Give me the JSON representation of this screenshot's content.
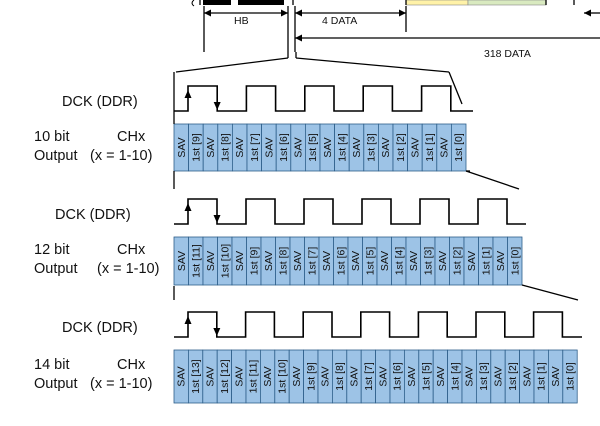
{
  "top": {
    "hb_label": "HB",
    "data4_label": "4 DATA",
    "data318_label": "318 DATA"
  },
  "panels": [
    {
      "clock_label": "DCK (DDR)",
      "bit_label": "10 bit",
      "channel_label": "CHx",
      "output_label": "Output",
      "range_label": "(x = 1-10)",
      "cells": [
        "SAV",
        "1st [9]",
        "SAV",
        "1st [8]",
        "SAV",
        "1st [7]",
        "SAV",
        "1st [6]",
        "SAV",
        "1st [5]",
        "SAV",
        "1st [4]",
        "SAV",
        "1st [3]",
        "SAV",
        "1st [2]",
        "SAV",
        "1st [1]",
        "SAV",
        "1st [0]"
      ]
    },
    {
      "clock_label": "DCK (DDR)",
      "bit_label": "12 bit",
      "channel_label": "CHx",
      "output_label": "Output",
      "range_label": "(x = 1-10)",
      "cells": [
        "SAV",
        "1st [11]",
        "SAV",
        "1st [10]",
        "SAV",
        "1st [9]",
        "SAV",
        "1st [8]",
        "SAV",
        "1st [7]",
        "SAV",
        "1st [6]",
        "SAV",
        "1st [5]",
        "SAV",
        "1st [4]",
        "SAV",
        "1st [3]",
        "SAV",
        "1st [2]",
        "SAV",
        "1st [1]",
        "SAV",
        "1st [0]"
      ]
    },
    {
      "clock_label": "DCK (DDR)",
      "bit_label": "14 bit",
      "channel_label": "CHx",
      "output_label": "Output",
      "range_label": "(x = 1-10)",
      "cells": [
        "SAV",
        "1st [13]",
        "SAV",
        "1st [12]",
        "SAV",
        "1st [11]",
        "SAV",
        "1st [10]",
        "SAV",
        "1st [9]",
        "SAV",
        "1st [8]",
        "SAV",
        "1st [7]",
        "SAV",
        "1st [6]",
        "SAV",
        "1st [5]",
        "SAV",
        "1st [4]",
        "SAV",
        "1st [3]",
        "SAV",
        "1st [2]",
        "SAV",
        "1st [1]",
        "SAV",
        "1st [0]"
      ]
    }
  ],
  "colors": {
    "cell_fill": "#9DC3E6",
    "cell_stroke": "#2E5F8A",
    "line": "#000000",
    "top_yellow": "#FFF2A8",
    "top_green": "#D9EAC0"
  }
}
